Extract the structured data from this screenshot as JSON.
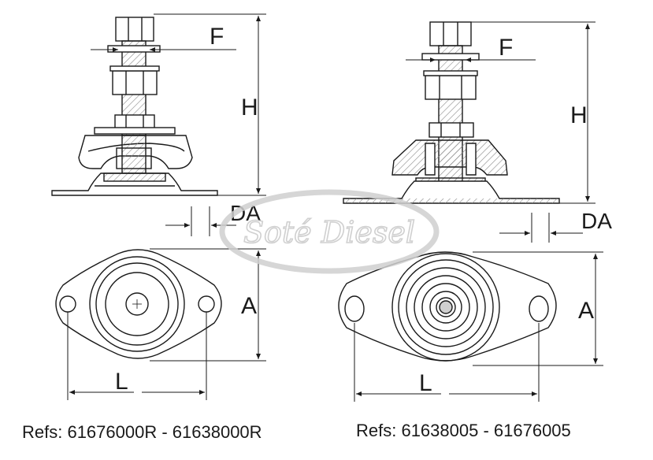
{
  "watermark": {
    "text": "Soté Diesel",
    "color": "#c8c8c8"
  },
  "colors": {
    "line": "#1a1a1a",
    "hatch": "#9a9a9a",
    "shade": "#e6e6e6"
  },
  "left_drawing": {
    "dimensions": {
      "f": "F",
      "h": "H",
      "da": "DA",
      "a": "A",
      "l": "L"
    },
    "refs": "Refs: 61676000R - 61638000R"
  },
  "right_drawing": {
    "dimensions": {
      "f": "F",
      "h": "H",
      "da": "DA",
      "a": "A",
      "l": "L"
    },
    "refs": "Refs: 61638005 - 61676005"
  }
}
